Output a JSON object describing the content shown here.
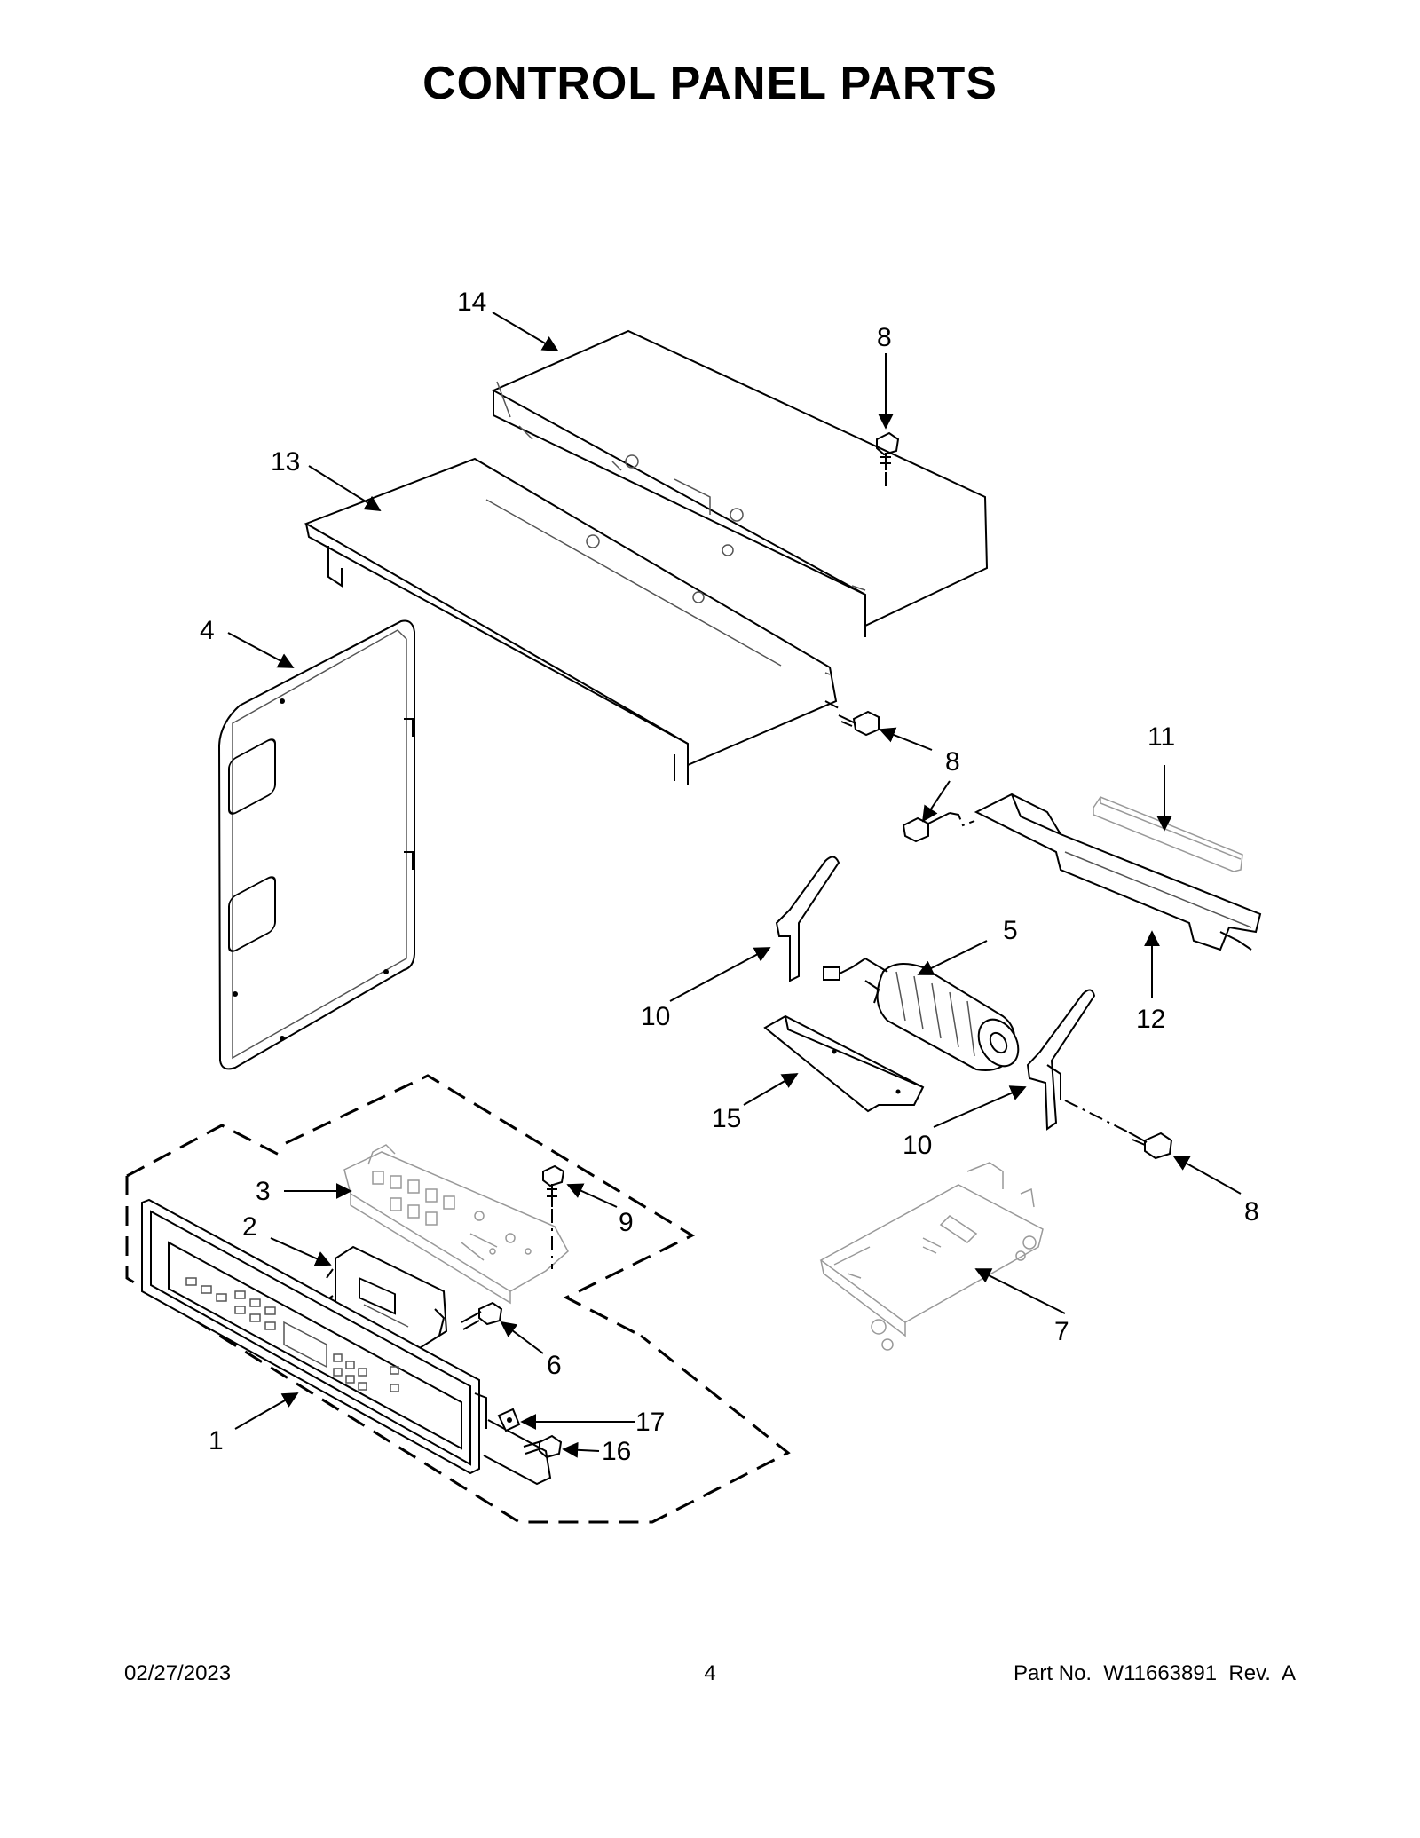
{
  "title": "CONTROL PANEL PARTS",
  "callouts": {
    "c1": "1",
    "c2": "2",
    "c3": "3",
    "c4": "4",
    "c5": "5",
    "c6": "6",
    "c7": "7",
    "c8a": "8",
    "c8b": "8",
    "c8c": "8",
    "c8d": "8",
    "c9": "9",
    "c10a": "10",
    "c10b": "10",
    "c11": "11",
    "c12": "12",
    "c13": "13",
    "c14": "14",
    "c15": "15",
    "c16": "16",
    "c17": "17"
  },
  "footer": {
    "date": "02/27/2023",
    "page": "4",
    "part": "Part No.  W11663891  Rev.  A"
  }
}
